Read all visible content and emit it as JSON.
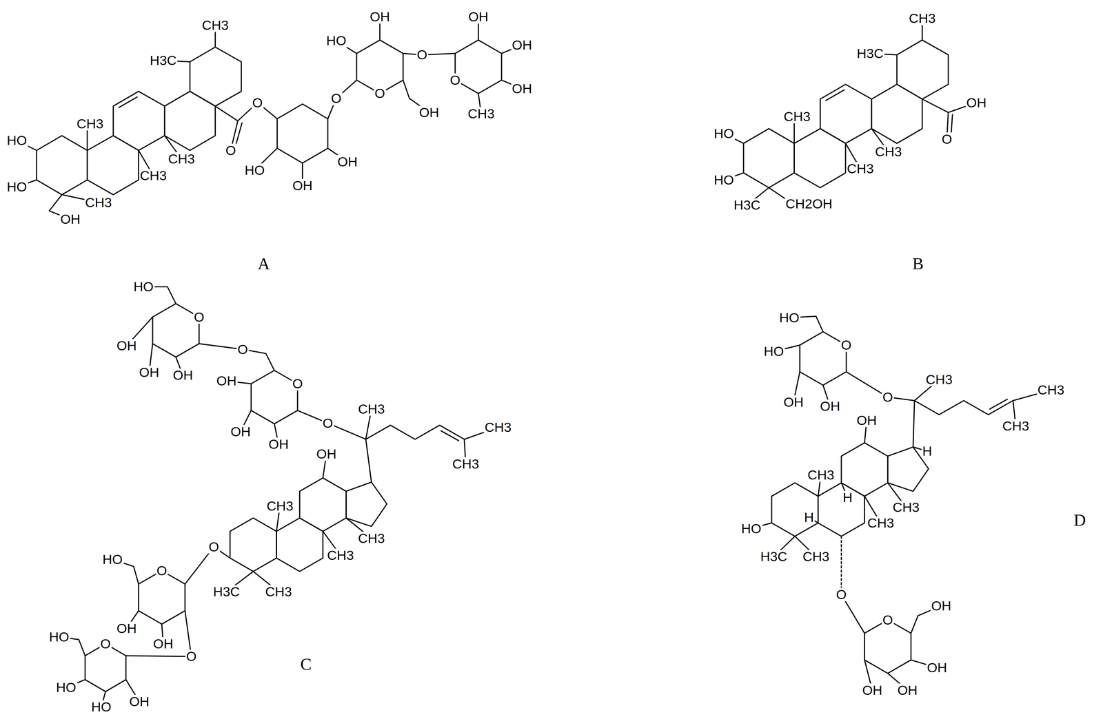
{
  "diagram": {
    "labels": [
      "CH3",
      "H3C",
      "HO",
      "HO",
      "CH3",
      "CH3",
      "CH3",
      "CH3",
      "OH",
      "O",
      "O",
      "HO",
      "OH",
      "OH",
      "O",
      "HO",
      "OH",
      "O",
      "O",
      "OH",
      "OH",
      "OH",
      "OH",
      "O",
      "CH3",
      "CH3",
      "H3C",
      "HO",
      "HO",
      "CH3",
      "CH3",
      "CH3",
      "H3C",
      "CH2OH",
      "O",
      "OH",
      "HO",
      "O",
      "OH",
      "OH",
      "OH",
      "O",
      "O",
      "OH",
      "OH",
      "OH",
      "O",
      "CH3",
      "CH3",
      "CH3",
      "OH",
      "CH3",
      "CH3",
      "CH3",
      "O",
      "H3C",
      "CH3",
      "O",
      "HO",
      "OH",
      "OH",
      "O",
      "O",
      "HO",
      "HO",
      "HO",
      "OH",
      "HO",
      "O",
      "HO",
      "OH",
      "OH",
      "O",
      "CH3",
      "CH3",
      "CH3",
      "OH",
      "H",
      "CH3",
      "H",
      "CH3",
      "CH3",
      "H",
      "HO",
      "H3C",
      "CH3",
      "O",
      "O",
      "OH",
      "OH",
      "OH",
      "OH",
      "A",
      "B",
      "C",
      "D"
    ]
  }
}
